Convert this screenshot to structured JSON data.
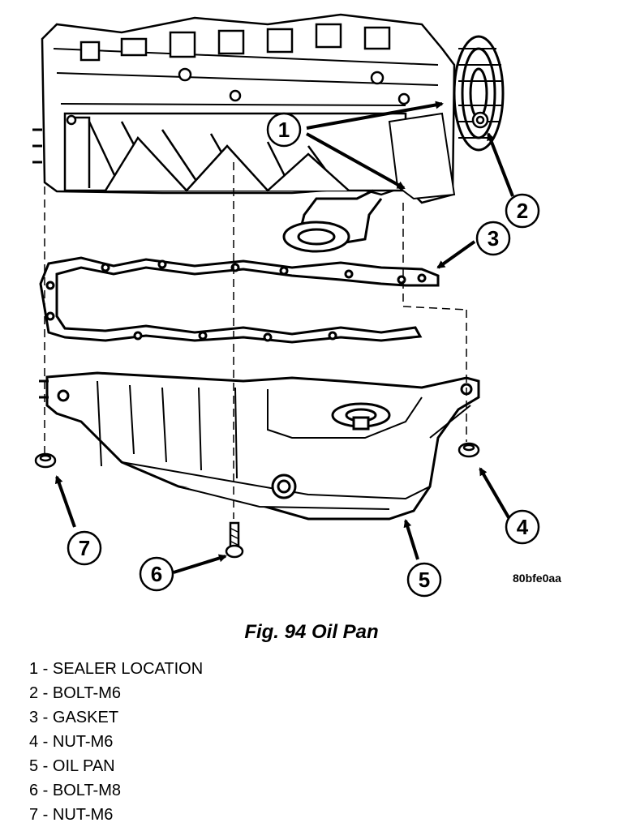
{
  "figure": {
    "image_code": "80bfe0aa",
    "caption": "Fig. 94 Oil Pan",
    "callouts": [
      "1",
      "2",
      "3",
      "4",
      "5",
      "6",
      "7"
    ],
    "legend": [
      {
        "number": "1",
        "label": "SEALER LOCATION"
      },
      {
        "number": "2",
        "label": "BOLT-M6"
      },
      {
        "number": "3",
        "label": "GASKET"
      },
      {
        "number": "4",
        "label": "NUT-M6"
      },
      {
        "number": "5",
        "label": "OIL PAN"
      },
      {
        "number": "6",
        "label": "BOLT-M8"
      },
      {
        "number": "7",
        "label": "NUT-M6"
      }
    ]
  }
}
